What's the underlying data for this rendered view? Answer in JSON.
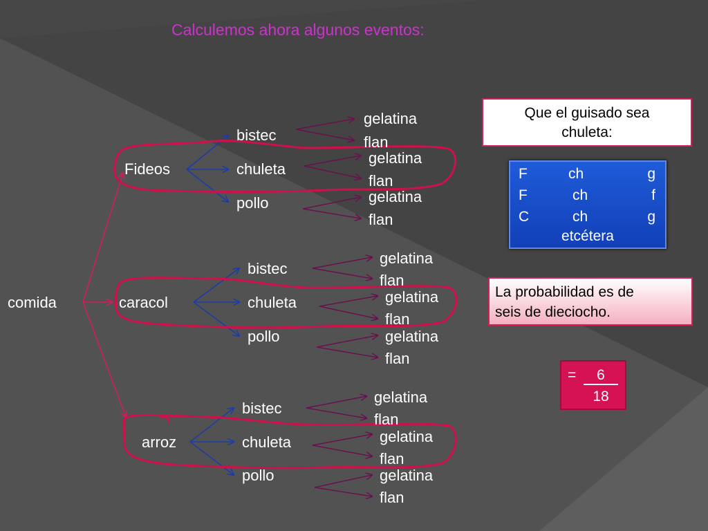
{
  "title": "Calculemos ahora algunos eventos:",
  "tree": {
    "root": "comida",
    "level1": [
      "Fideos",
      "caracol",
      "arroz"
    ],
    "level2": [
      "bistec",
      "chuleta",
      "pollo"
    ],
    "level3": [
      "gelatina",
      "flan"
    ]
  },
  "question_box": {
    "text_line1": "Que el guisado sea",
    "text_line2": "chuleta:"
  },
  "outcomes_box": {
    "rows": [
      [
        "F",
        "ch",
        "g"
      ],
      [
        "F",
        "ch",
        "f"
      ],
      [
        "C",
        "ch",
        "g"
      ]
    ],
    "etc": "etcétera"
  },
  "probability_box": {
    "line1": "La probabilidad es de",
    "line2": "seis de dieciocho."
  },
  "fraction_box": {
    "equals": "=",
    "numerator": "6",
    "denominator": "18"
  },
  "colors": {
    "title": "#cc33cc",
    "arrow_root": "#d81b60",
    "arrow_level1": "#1a3caa",
    "arrow_level2": "#6a1050",
    "highlight_loop": "#d0104a",
    "outcomes_bg": "#1f5bd8",
    "fraction_bg": "#d41254"
  }
}
